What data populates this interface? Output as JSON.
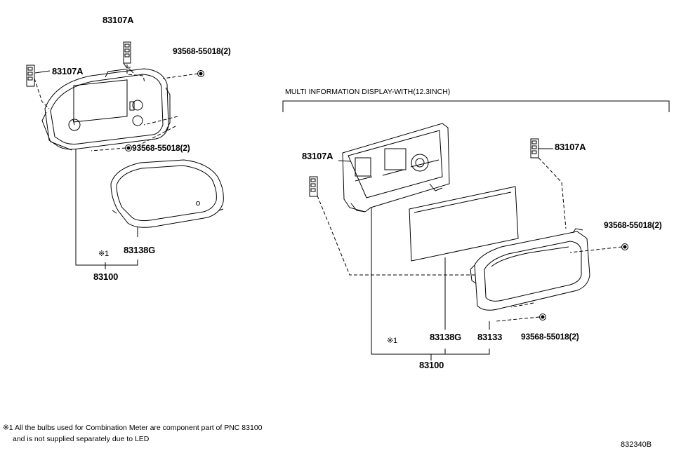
{
  "section_title": "MULTI INFORMATION DISPLAY-WITH(12.3INCH)",
  "left": {
    "bracket_top": "83107A",
    "bracket_side": "83107A",
    "screw_upper": "93568-55018(2)",
    "screw_lower": "93568-55018(2)",
    "lens": "83138G",
    "note_mark": "※1",
    "assembly": "83100"
  },
  "right": {
    "bracket_left": "83107A",
    "bracket_right": "83107A",
    "screw_upper": "93568-55018(2)",
    "screw_lower": "93568-55018(2)",
    "note_mark": "※1",
    "lens": "83138G",
    "housing": "83133",
    "assembly": "83100"
  },
  "footnote": {
    "line1": "※1 All the bulbs used for Combination Meter are component part of PNC 83100",
    "line2": "and is not supplied separately due to LED"
  },
  "diagram_id": "832340B"
}
